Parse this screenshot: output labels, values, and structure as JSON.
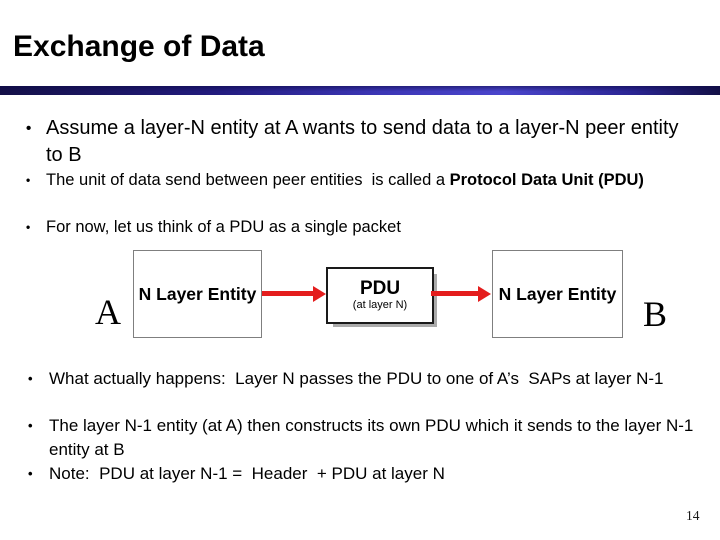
{
  "slide": {
    "title": "Exchange of Data",
    "page_number": "14"
  },
  "glyphs": {
    "bullet": "•"
  },
  "colors": {
    "rule_dark_navy": "#141048",
    "rule_bright_blue": "#4a45cc",
    "arrow_red": "#e41d1d",
    "box_border_gray": "#7f7f7f",
    "pdu_shadow_gray": "#ababab",
    "text_black": "#000000"
  },
  "bullets_top": [
    {
      "text": "Assume a layer-N entity at A wants to send data to a layer-N peer entity to B"
    },
    {
      "text_normal": "The unit of data send between peer entities  is called a ",
      "text_bold": "Protocol Data Unit (PDU)"
    },
    {
      "text": "For now, let us think of a PDU as a single packet"
    }
  ],
  "diagram": {
    "label_a": "A",
    "label_b": "B",
    "left_box_label": "N Layer Entity",
    "right_box_label": "N Layer Entity",
    "pdu_box": {
      "title": "PDU",
      "subtitle": "(at layer N)"
    }
  },
  "bullets_bottom": [
    {
      "text": "What actually happens:  Layer N passes the PDU to one of A’s  SAPs at layer N-1"
    },
    {
      "text": "The layer N-1 entity (at A) then constructs its own PDU which it sends to the layer N-1 entity at B"
    },
    {
      "text": "Note:  PDU at layer N-1 =  Header  + PDU at layer N"
    }
  ]
}
